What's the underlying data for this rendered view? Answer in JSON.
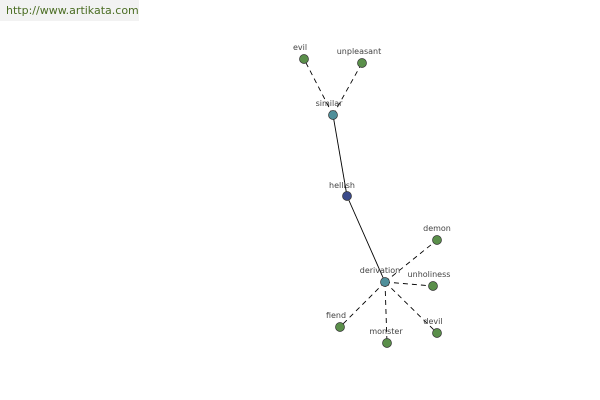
{
  "source_url": "http://www.artikata.com",
  "colors": {
    "root": "#3a4a8a",
    "relation": "#4f8f9a",
    "word": "#5a8f4a",
    "edge": "#000000",
    "url_text": "#4b6d23",
    "url_bg": "#f2f2f2"
  },
  "nodes": [
    {
      "id": "hellish",
      "label": "hellish",
      "kind": "root"
    },
    {
      "id": "similar",
      "label": "similar",
      "kind": "relation"
    },
    {
      "id": "derivation",
      "label": "derivation",
      "kind": "relation"
    },
    {
      "id": "evil",
      "label": "evil",
      "kind": "word"
    },
    {
      "id": "unpleasant",
      "label": "unpleasant",
      "kind": "word"
    },
    {
      "id": "demon",
      "label": "demon",
      "kind": "word"
    },
    {
      "id": "unholiness",
      "label": "unholiness",
      "kind": "word"
    },
    {
      "id": "devil",
      "label": "devil",
      "kind": "word"
    },
    {
      "id": "monster",
      "label": "monster",
      "kind": "word"
    },
    {
      "id": "fiend",
      "label": "fiend",
      "kind": "word"
    }
  ],
  "edges": [
    {
      "from": "hellish",
      "to": "similar",
      "style": "solid"
    },
    {
      "from": "hellish",
      "to": "derivation",
      "style": "solid"
    },
    {
      "from": "similar",
      "to": "evil",
      "style": "dashed"
    },
    {
      "from": "similar",
      "to": "unpleasant",
      "style": "dashed"
    },
    {
      "from": "derivation",
      "to": "demon",
      "style": "dashed"
    },
    {
      "from": "derivation",
      "to": "unholiness",
      "style": "dashed"
    },
    {
      "from": "derivation",
      "to": "devil",
      "style": "dashed"
    },
    {
      "from": "derivation",
      "to": "monster",
      "style": "dashed"
    },
    {
      "from": "derivation",
      "to": "fiend",
      "style": "dashed"
    }
  ]
}
